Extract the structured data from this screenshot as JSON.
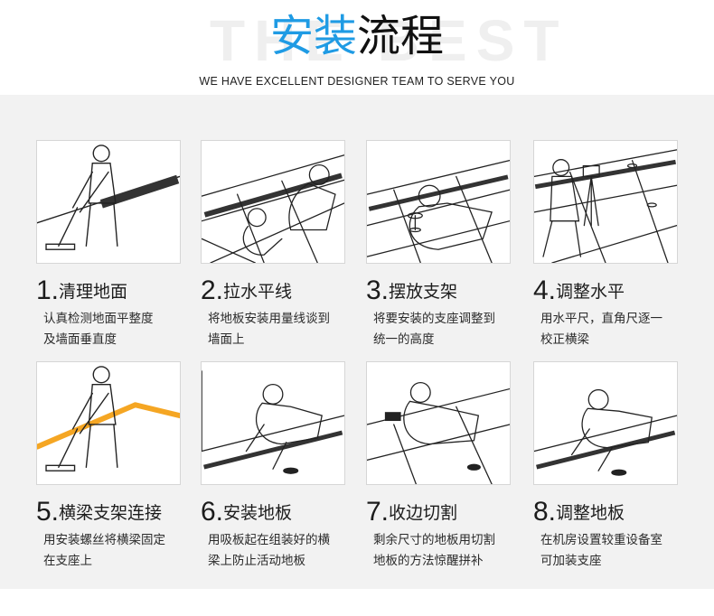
{
  "header": {
    "ghost_text": "THE BEST",
    "title_blue": "安装",
    "title_black": "流程",
    "subtitle": "WE HAVE EXCELLENT DESIGNER TEAM TO SERVE YOU"
  },
  "steps": [
    {
      "num": "1.",
      "title": "清理地面",
      "desc": [
        "认真检测地面平整度",
        "及墙面垂直度"
      ],
      "illustration": "worker-mopping-floor"
    },
    {
      "num": "2.",
      "title": "拉水平线",
      "desc": [
        "将地板安装用量线谈到",
        "墙面上"
      ],
      "illustration": "worker-marking-line"
    },
    {
      "num": "3.",
      "title": "摆放支架",
      "desc": [
        "将要安装的支座调整到",
        "统一的高度"
      ],
      "illustration": "worker-placing-pedestal"
    },
    {
      "num": "4.",
      "title": "调整水平",
      "desc": [
        "用水平尺，直角尺逐一",
        "校正横梁"
      ],
      "illustration": "worker-with-level-instrument"
    },
    {
      "num": "5.",
      "title": "横梁支架连接",
      "desc": [
        "用安装螺丝将横梁固定",
        "在支座上"
      ],
      "illustration": "worker-connecting-stringers"
    },
    {
      "num": "6.",
      "title": "安装地板",
      "desc": [
        "用吸板起在组装好的横",
        "梁上防止活动地板"
      ],
      "illustration": "worker-laying-panels"
    },
    {
      "num": "7.",
      "title": "收边切割",
      "desc": [
        "剩余尺寸的地板用切割",
        "地板的方法惊醒拼补"
      ],
      "illustration": "worker-cutting-edge"
    },
    {
      "num": "8.",
      "title": "调整地板",
      "desc": [
        "在机房设置较重设备室",
        "可加装支座"
      ],
      "illustration": "worker-adjusting-floor"
    }
  ],
  "colors": {
    "accent": "#1f9be4",
    "highlight": "#f5a623",
    "panel_bg": "#f2f2f2"
  }
}
